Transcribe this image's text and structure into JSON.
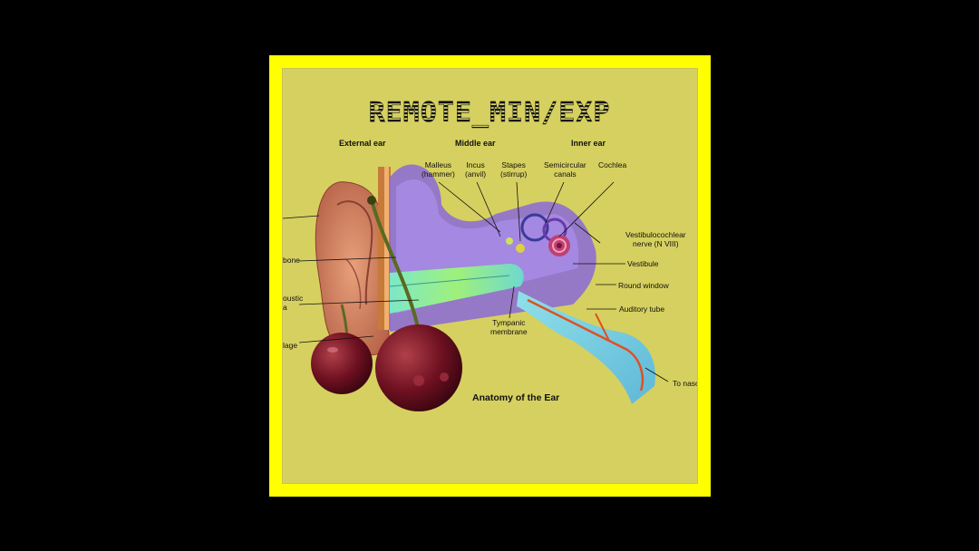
{
  "cover": {
    "title": "REMOTE_MIN/EXP",
    "caption": "Anatomy of the Ear",
    "colors": {
      "frame": "#ffff00",
      "panel": "#d6d060",
      "background": "#000000"
    }
  },
  "sections": {
    "external": "External ear",
    "middle": "Middle ear",
    "inner": "Inner ear"
  },
  "labels": {
    "malleus": [
      "Malleus",
      "(hammer)"
    ],
    "incus": [
      "Incus",
      "(anvil)"
    ],
    "stapes": [
      "Stapes",
      "(stirrup)"
    ],
    "semicircular": [
      "Semicircular",
      "canals"
    ],
    "cochlea": "Cochlea",
    "vestibulocochlear": [
      "Vestibulocochlear",
      "nerve (N VIII)"
    ],
    "vestibule": "Vestibule",
    "round_window": "Round window",
    "auditory_tube": "Auditory tube",
    "tympanic": [
      "Tympanic",
      "membrane"
    ],
    "to_nasal": "To naso",
    "bone_partial": "bone",
    "acoustic_partial": [
      "oustic",
      "a"
    ],
    "cartilage_partial": "lage"
  }
}
